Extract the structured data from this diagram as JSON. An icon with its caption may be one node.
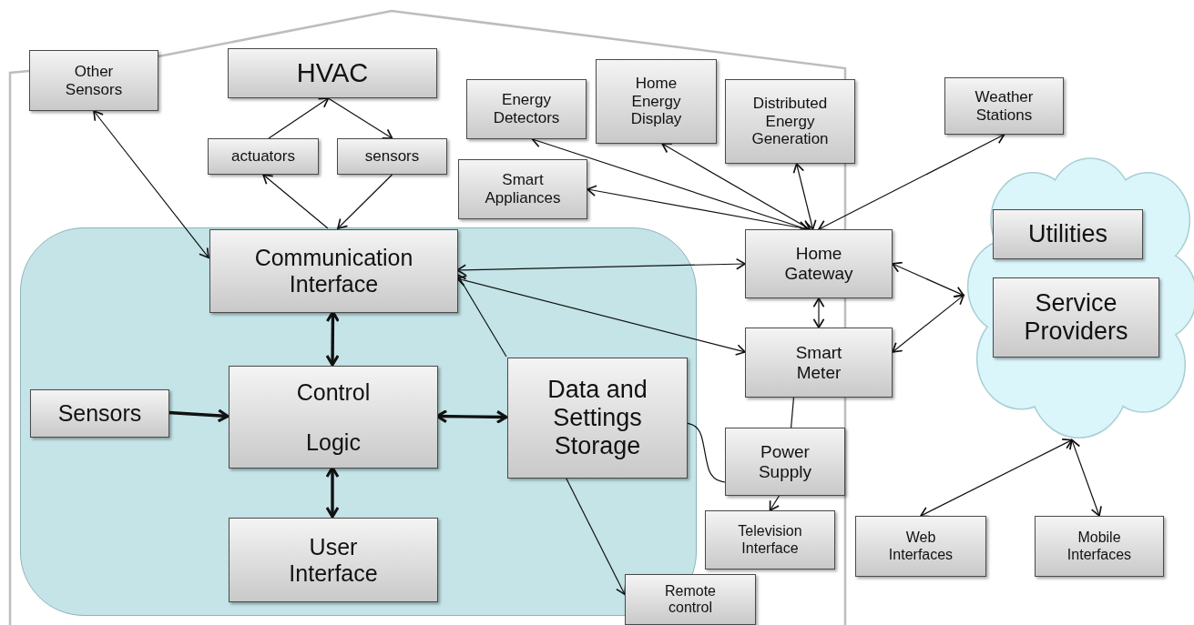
{
  "diagram": {
    "nodes": [
      {
        "text": [
          "Other Sensors"
        ]
      },
      {
        "text": [
          "HVAC"
        ]
      },
      {
        "text": [
          "actuators"
        ]
      },
      {
        "text": [
          "sensors"
        ]
      },
      {
        "text": [],
        "shape": "box"
      },
      {
        "text": [
          "Communication Interface"
        ],
        "in": 4
      },
      {
        "text": [
          "Sensors"
        ],
        "in": 4
      },
      {
        "text": [
          "Control Logic"
        ],
        "in": 4
      },
      {
        "text": [
          "User Interface"
        ],
        "in": 4
      },
      {
        "text": [
          "Data and Settings Storage"
        ],
        "in": 4
      },
      {
        "text": [
          "Remote control"
        ]
      },
      {
        "text": [
          "Energy Detectors"
        ]
      },
      {
        "text": [
          "Home Energy Display"
        ]
      },
      {
        "text": [
          "Distributed Energy Generation"
        ]
      },
      {
        "text": [
          "Smart Appliances"
        ]
      },
      {
        "text": [
          "Weather Stations"
        ]
      },
      {
        "text": [
          "Home Gateway"
        ]
      },
      {
        "text": [
          "Smart Meter"
        ]
      },
      {
        "text": [
          "Power Supply"
        ]
      },
      {
        "text": [
          "Television Interface"
        ]
      },
      {
        "text": [],
        "shape": "cloud"
      },
      {
        "text": [
          "Utilities"
        ],
        "in": 20
      },
      {
        "text": [
          "Service Providers"
        ],
        "in": 20
      },
      {
        "text": [
          "Web Interfaces"
        ]
      },
      {
        "text": [
          "Mobile Interfaces"
        ]
      }
    ],
    "edges": [
      {
        "from": 0,
        "to": 5,
        "arrow": "both"
      },
      {
        "from": 5,
        "to": 2,
        "arrow": "to"
      },
      {
        "from": 2,
        "to": 1,
        "arrow": "to"
      },
      {
        "from": 1,
        "to": 3,
        "arrow": "to"
      },
      {
        "from": 3,
        "to": 5,
        "arrow": "to"
      },
      {
        "from": 5,
        "to": 7,
        "arrow": "both",
        "style": "thick"
      },
      {
        "from": 7,
        "to": 8,
        "arrow": "both",
        "style": "thick"
      },
      {
        "from": 6,
        "to": 7,
        "arrow": "to",
        "style": "thick"
      },
      {
        "from": 7,
        "to": 9,
        "arrow": "both",
        "style": "thick"
      },
      {
        "from": 9,
        "to": 5,
        "arrow": "to"
      },
      {
        "from": 5,
        "to": 16,
        "arrow": "both"
      },
      {
        "from": 5,
        "to": 17,
        "arrow": "both"
      },
      {
        "from": 9,
        "to": 10,
        "arrow": "to"
      },
      {
        "from": 9,
        "to": 18,
        "arrow": "none"
      },
      {
        "from": 17,
        "to": 18,
        "arrow": "none"
      },
      {
        "from": 18,
        "to": 19,
        "arrow": "to"
      },
      {
        "from": 16,
        "to": 17,
        "arrow": "both"
      },
      {
        "from": 16,
        "to": 11,
        "arrow": "both"
      },
      {
        "from": 16,
        "to": 12,
        "arrow": "both"
      },
      {
        "from": 16,
        "to": 13,
        "arrow": "both"
      },
      {
        "from": 16,
        "to": 14,
        "arrow": "both"
      },
      {
        "from": 16,
        "to": 15,
        "arrow": "both"
      },
      {
        "from": 16,
        "to": 20,
        "arrow": "both"
      },
      {
        "from": 17,
        "to": 20,
        "arrow": "both"
      },
      {
        "from": 20,
        "to": 23,
        "arrow": "both"
      },
      {
        "from": 20,
        "to": 24,
        "arrow": "both"
      }
    ]
  }
}
